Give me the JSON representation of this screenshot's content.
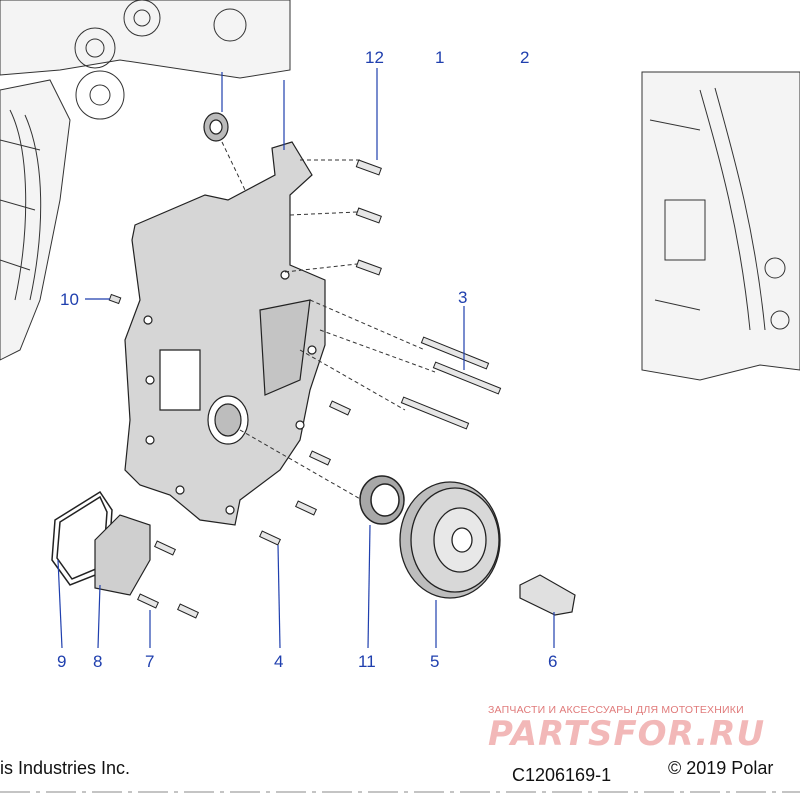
{
  "diagram": {
    "callouts": [
      {
        "id": "12",
        "label": "12"
      },
      {
        "id": "1",
        "label": "1"
      },
      {
        "id": "2",
        "label": "2"
      },
      {
        "id": "3",
        "label": "3"
      },
      {
        "id": "10",
        "label": "10"
      },
      {
        "id": "9",
        "label": "9"
      },
      {
        "id": "8",
        "label": "8"
      },
      {
        "id": "7",
        "label": "7"
      },
      {
        "id": "4",
        "label": "4"
      },
      {
        "id": "11",
        "label": "11"
      },
      {
        "id": "5",
        "label": "5"
      },
      {
        "id": "6",
        "label": "6"
      }
    ],
    "accent_color": "#1f3fae"
  },
  "footer": {
    "left_text": "is Industries Inc.",
    "part_code": "C1206169-1",
    "copyright": "© 2019 Polar"
  },
  "watermark": {
    "tagline": "ЗАПЧАСТИ И АКСЕССУАРЫ ДЛЯ МОТОТЕХНИКИ",
    "logo_text": "PARTSFOR.RU",
    "color": "#e07a7a"
  }
}
